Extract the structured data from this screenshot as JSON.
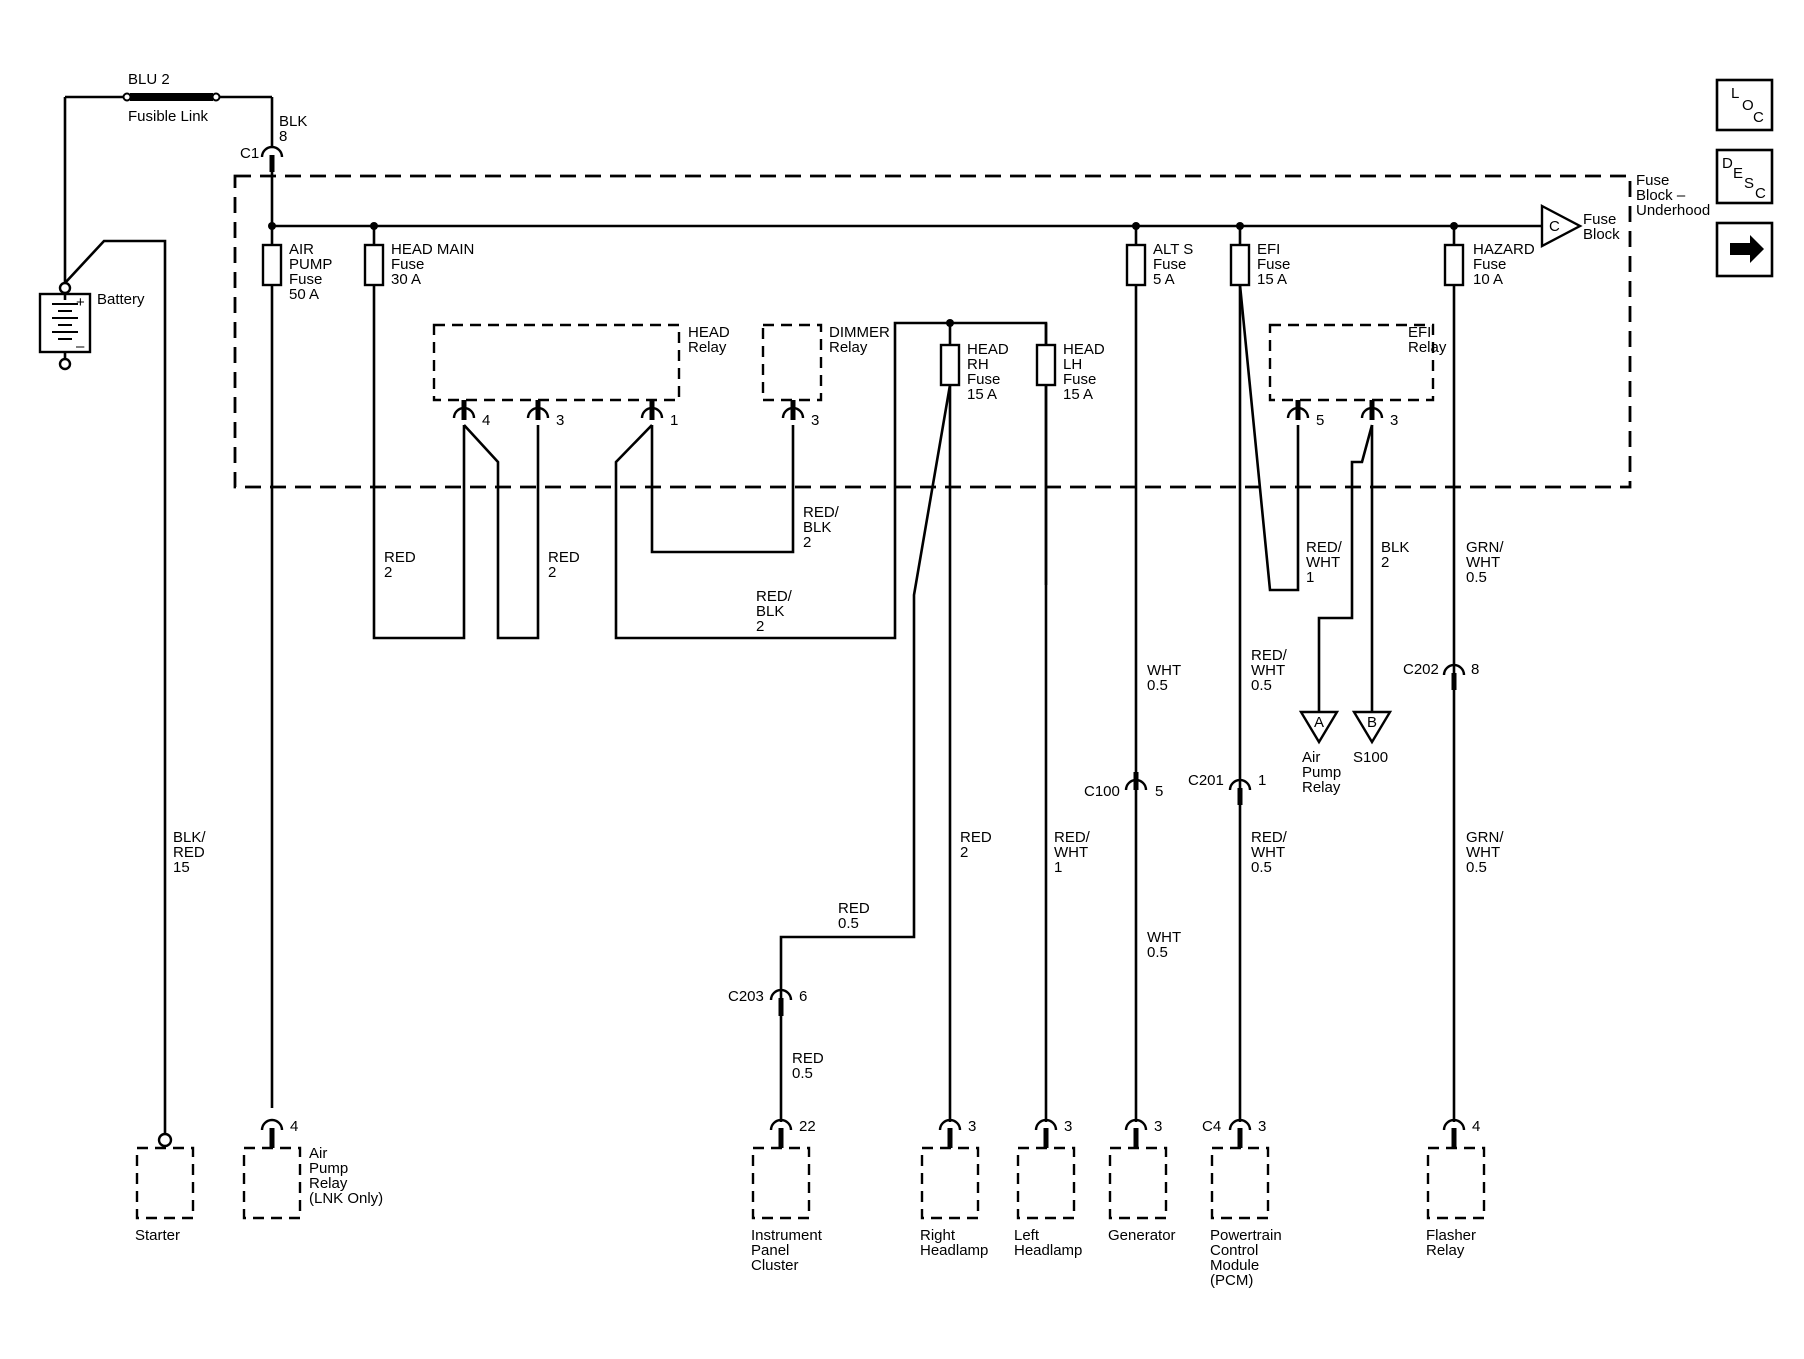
{
  "fusible_link": {
    "color": "BLU 2",
    "label": "Fusible Link"
  },
  "battery": {
    "label": "Battery",
    "plus": "+",
    "minus": "–"
  },
  "c1": {
    "name": "C1",
    "wire": [
      "BLK",
      "8"
    ]
  },
  "fuse_block": {
    "label": [
      "Fuse",
      "Block –",
      "Underhood"
    ],
    "offpage": {
      "letter": "C",
      "label": [
        "Fuse",
        "Block"
      ]
    }
  },
  "fuses": {
    "air_pump": [
      "AIR",
      "PUMP",
      "Fuse",
      "50 A"
    ],
    "head_main": [
      "HEAD MAIN",
      "Fuse",
      "30 A"
    ],
    "alt_s": [
      "ALT S",
      "Fuse",
      "5 A"
    ],
    "efi": [
      "EFI",
      "Fuse",
      "15 A"
    ],
    "hazard": [
      "HAZARD",
      "Fuse",
      "10 A"
    ],
    "head_rh": [
      "HEAD",
      "RH",
      "Fuse",
      "15 A"
    ],
    "head_lh": [
      "HEAD",
      "LH",
      "Fuse",
      "15 A"
    ]
  },
  "relays": {
    "head": {
      "label": [
        "HEAD",
        "Relay"
      ],
      "pins": [
        "4",
        "3",
        "1"
      ]
    },
    "dimmer": {
      "label": [
        "DIMMER",
        "Relay"
      ],
      "pins": [
        "3"
      ]
    },
    "efi": {
      "label": [
        "EFI",
        "Relay"
      ],
      "pins": [
        "5",
        "3"
      ]
    }
  },
  "wires": {
    "red2_left": [
      "RED",
      "2"
    ],
    "red2_right": [
      "RED",
      "2"
    ],
    "redblk_upper": [
      "RED/",
      "BLK",
      "2"
    ],
    "redblk_lower": [
      "RED/",
      "BLK",
      "2"
    ],
    "blkred_starter": [
      "BLK/",
      "RED",
      "15"
    ],
    "red05_upper": [
      "RED",
      "0.5"
    ],
    "red05_lower": [
      "RED",
      "0.5"
    ],
    "red2_rh": [
      "RED",
      "2"
    ],
    "redwht1_lh": [
      "RED/",
      "WHT",
      "1"
    ],
    "wht05_upper": [
      "WHT",
      "0.5"
    ],
    "wht05_lower": [
      "WHT",
      "0.5"
    ],
    "redwht05_upper": [
      "RED/",
      "WHT",
      "0.5"
    ],
    "redwht05_lower": [
      "RED/",
      "WHT",
      "0.5"
    ],
    "redwht1_efi": [
      "RED/",
      "WHT",
      "1"
    ],
    "blk2_efi": [
      "BLK",
      "2"
    ],
    "grnwht_upper": [
      "GRN/",
      "WHT",
      "0.5"
    ],
    "grnwht_lower": [
      "GRN/",
      "WHT",
      "0.5"
    ]
  },
  "connectors": {
    "c100": {
      "name": "C100",
      "pin": "5"
    },
    "c201": {
      "name": "C201",
      "pin": "1"
    },
    "c202": {
      "name": "C202",
      "pin": "8"
    },
    "c203": {
      "name": "C203",
      "pin": "6"
    },
    "c4": {
      "name": "C4"
    }
  },
  "offpage_refs": {
    "a": {
      "letter": "A",
      "label": [
        "Air",
        "Pump",
        "Relay"
      ]
    },
    "b": {
      "letter": "B",
      "label": [
        "S100"
      ]
    }
  },
  "components": {
    "starter": {
      "label": [
        "Starter"
      ]
    },
    "air_pump_relay": {
      "pin": "4",
      "label": [
        "Air",
        "Pump",
        "Relay",
        "(LNK Only)"
      ]
    },
    "ipc": {
      "pin": "22",
      "label": [
        "Instrument",
        "Panel",
        "Cluster"
      ]
    },
    "right_headlamp": {
      "pin": "3",
      "label": [
        "Right",
        "Headlamp"
      ]
    },
    "left_headlamp": {
      "pin": "3",
      "label": [
        "Left",
        "Headlamp"
      ]
    },
    "generator": {
      "pin": "3",
      "label": [
        "Generator"
      ]
    },
    "pcm": {
      "pin": "3",
      "label": [
        "Powertrain",
        "Control",
        "Module",
        "(PCM)"
      ]
    },
    "flasher_relay": {
      "pin": "4",
      "label": [
        "Flasher",
        "Relay"
      ]
    }
  },
  "nav_icons": {
    "loc": [
      "L",
      "O",
      "C"
    ],
    "desc": [
      "D",
      "E",
      "S",
      "C"
    ],
    "next": "next-arrow-icon"
  }
}
